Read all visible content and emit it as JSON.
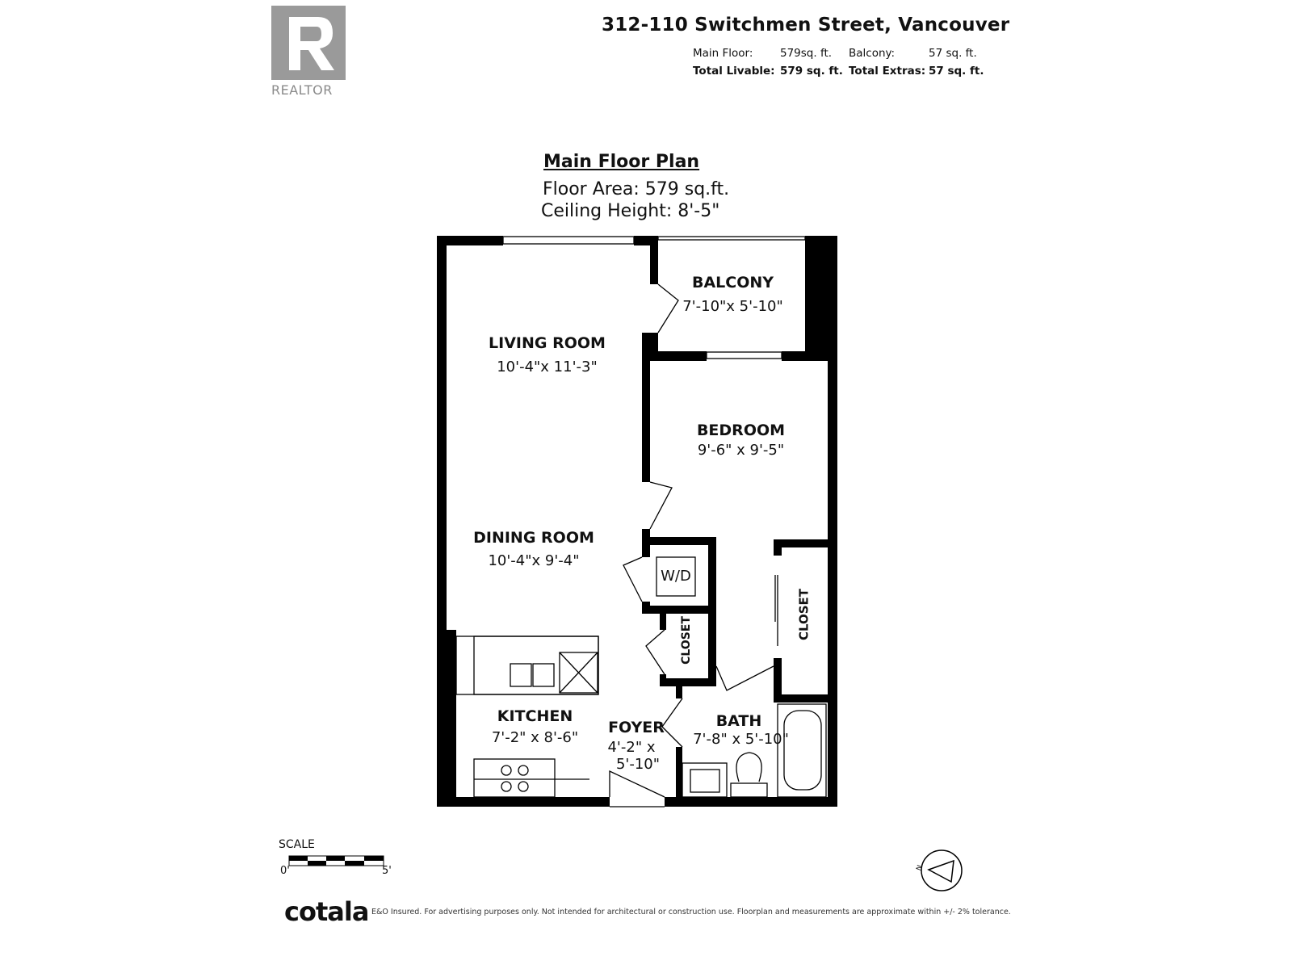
{
  "header": {
    "address": "312-110 Switchmen Street, Vancouver",
    "main_floor_label": "Main Floor:",
    "main_floor_value": "579sq. ft.",
    "balcony_label": "Balcony:",
    "balcony_value": "57 sq. ft.",
    "total_livable_label": "Total Livable:",
    "total_livable_value": "579 sq. ft.",
    "total_extras_label": "Total Extras:",
    "total_extras_value": "57 sq. ft."
  },
  "logo": {
    "text": "REALTOR"
  },
  "plan": {
    "title": "Main Floor Plan",
    "floor_area": "Floor Area: 579 sq.ft.",
    "ceiling_height": "Ceiling Height: 8'-5\"",
    "rooms": [
      {
        "name": "LIVING ROOM",
        "dims": "10'-4\"x 11'-3\""
      },
      {
        "name": "BALCONY",
        "dims": "7'-10\"x 5'-10\""
      },
      {
        "name": "BEDROOM",
        "dims": "9'-6\" x 9'-5\""
      },
      {
        "name": "DINING ROOM",
        "dims": "10'-4\"x  9'-4\""
      },
      {
        "name": "KITCHEN",
        "dims": "7'-2\" x 8'-6\""
      },
      {
        "name": "FOYER",
        "dims": "4'-2\" x",
        "dims2": "5'-10\""
      },
      {
        "name": "BATH",
        "dims": "7'-8\" x 5'-10\""
      },
      {
        "name": "CLOSET"
      },
      {
        "name": "CLOSET"
      },
      {
        "name": "W/D"
      }
    ]
  },
  "scale": {
    "label": "SCALE",
    "start": "0'",
    "end": "5'"
  },
  "compass": {
    "direction": "N"
  },
  "footer": {
    "brand": "cotala",
    "disclaimer": "E&O Insured. For advertising purposes only. Not intended for architectural or construction use. Floorplan and measurements are approximate within +/- 2% tolerance."
  }
}
